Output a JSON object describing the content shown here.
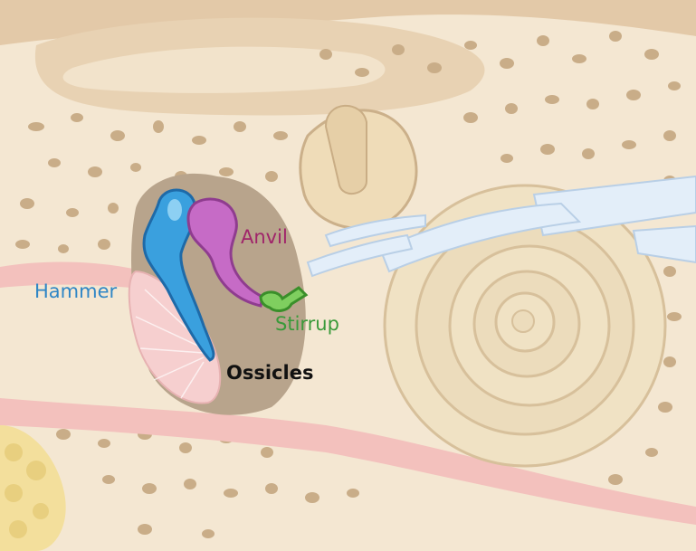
{
  "labels": {
    "anvil": "Anvil",
    "hammer": "Hammer",
    "stirrup": "Stirrup",
    "ossicles": "Ossicles"
  },
  "colors": {
    "anvil": "#a0246a",
    "hammer": "#2f86c6",
    "stirrup": "#3a9a3a",
    "ossicles": "#111111",
    "bone": "#f2e3c4",
    "bone_dark": "#d8bf9a",
    "cavity": "#b7a690",
    "nerve": "#e6f0fa",
    "eardrum": "#f7cfcf",
    "soft_tissue": "#f3b8b8",
    "fat": "#f5e4a0"
  }
}
